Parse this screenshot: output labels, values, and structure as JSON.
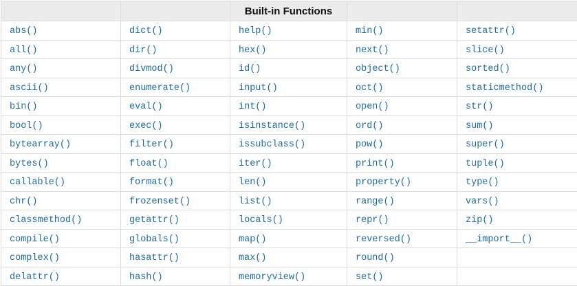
{
  "header": {
    "title": "Built-in Functions"
  },
  "colors": {
    "link": "#1c6ba0",
    "header_bg": "#ececec",
    "border": "#dcdcdc",
    "text": "#111111"
  },
  "table": {
    "rows": [
      [
        "abs()",
        "dict()",
        "help()",
        "min()",
        "setattr()"
      ],
      [
        "all()",
        "dir()",
        "hex()",
        "next()",
        "slice()"
      ],
      [
        "any()",
        "divmod()",
        "id()",
        "object()",
        "sorted()"
      ],
      [
        "ascii()",
        "enumerate()",
        "input()",
        "oct()",
        "staticmethod()"
      ],
      [
        "bin()",
        "eval()",
        "int()",
        "open()",
        "str()"
      ],
      [
        "bool()",
        "exec()",
        "isinstance()",
        "ord()",
        "sum()"
      ],
      [
        "bytearray()",
        "filter()",
        "issubclass()",
        "pow()",
        "super()"
      ],
      [
        "bytes()",
        "float()",
        "iter()",
        "print()",
        "tuple()"
      ],
      [
        "callable()",
        "format()",
        "len()",
        "property()",
        "type()"
      ],
      [
        "chr()",
        "frozenset()",
        "list()",
        "range()",
        "vars()"
      ],
      [
        "classmethod()",
        "getattr()",
        "locals()",
        "repr()",
        "zip()"
      ],
      [
        "compile()",
        "globals()",
        "map()",
        "reversed()",
        "__import__()"
      ],
      [
        "complex()",
        "hasattr()",
        "max()",
        "round()",
        ""
      ],
      [
        "delattr()",
        "hash()",
        "memoryview()",
        "set()",
        ""
      ]
    ]
  }
}
